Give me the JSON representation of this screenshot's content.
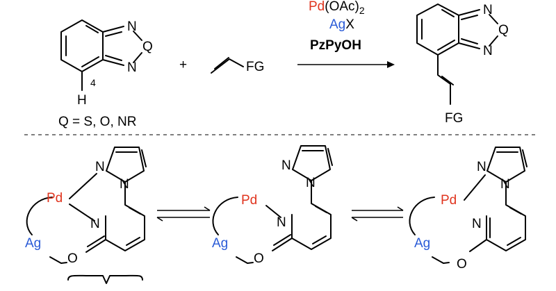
{
  "top": {
    "substrate": {
      "n_top": "N",
      "n_bottom": "N",
      "q": "Q",
      "h": "H",
      "position": "4",
      "q_def": "Q = S, O, NR"
    },
    "plus": "+",
    "alkene_fg": "FG",
    "conditions": {
      "pd": "Pd",
      "pd_rest": "(OAc)",
      "pd_sub": "2",
      "ag": "Ag",
      "ag_rest": "X",
      "ligand": "PzPyOH"
    },
    "product": {
      "n_top": "N",
      "n_bottom": "N",
      "q": "Q",
      "fg": "FG"
    }
  },
  "bottom": {
    "species1": {
      "pd": "Pd",
      "ag": "Ag",
      "n1": "N",
      "n2": "N",
      "n3": "N",
      "o": "O"
    },
    "species2": {
      "pd": "Pd",
      "ag": "Ag",
      "n1": "N",
      "n2": "N",
      "n3": "N",
      "o": "O"
    },
    "species3": {
      "pd": "Pd",
      "ag": "Ag",
      "n1": "N",
      "n2": "N",
      "n3": "N",
      "o": "O"
    }
  },
  "colors": {
    "pd": "#e0341e",
    "ag": "#2a5bd7"
  }
}
